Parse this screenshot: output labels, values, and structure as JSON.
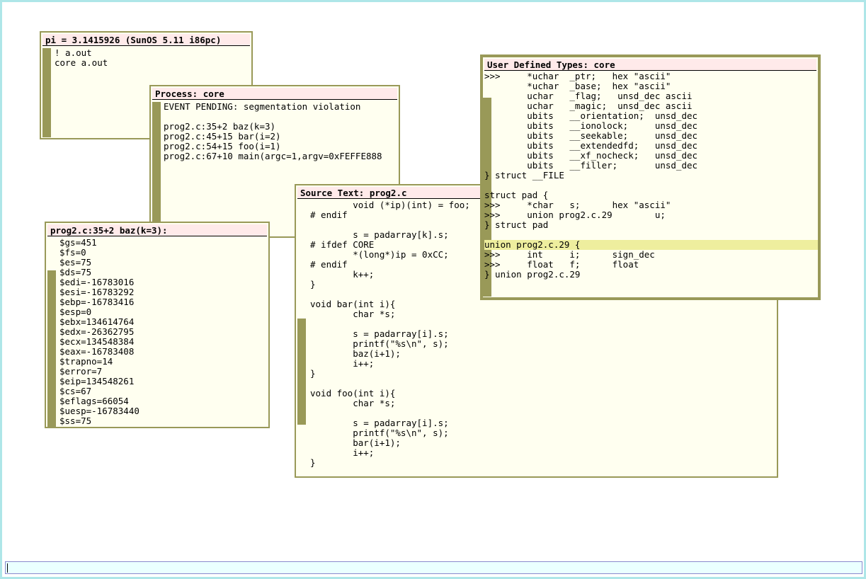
{
  "windows": {
    "main": {
      "title": "pi = 3.1415926 (SunOS 5.11 i86pc)",
      "lines": [
        "! a.out",
        "core a.out"
      ]
    },
    "process": {
      "title": "Process: core",
      "lines": [
        "EVENT PENDING: segmentation violation",
        "",
        "prog2.c:35+2 baz(k=3)",
        "prog2.c:45+15 bar(i=2)",
        "prog2.c:54+15 foo(i=1)",
        "prog2.c:67+10 main(argc=1,argv=0xFEFFE888"
      ]
    },
    "registers": {
      "title": "prog2.c:35+2 baz(k=3):",
      "lines": [
        "$gs=451",
        "$fs=0",
        "$es=75",
        "$ds=75",
        "$edi=-16783016",
        "$esi=-16783292",
        "$ebp=-16783416",
        "$esp=0",
        "$ebx=134614764",
        "$edx=-26362795",
        "$ecx=134548384",
        "$eax=-16783408",
        "$trapno=14",
        "$error=7",
        "$eip=134548261",
        "$cs=67",
        "$eflags=66054",
        "$uesp=-16783440",
        "$ss=75"
      ]
    },
    "source": {
      "title": "Source Text: prog2.c",
      "lines": [
        "        void (*ip)(int) = foo;",
        "# endif",
        "",
        "        s = padarray[k].s;",
        "# ifdef CORE",
        "        *(long*)ip = 0xCC;",
        "# endif",
        "        k++;",
        "}",
        "",
        "void bar(int i){",
        "        char *s;",
        "",
        "        s = padarray[i].s;",
        "        printf(\"%s\\n\", s);",
        "        baz(i+1);",
        "        i++;",
        "}",
        "",
        "void foo(int i){",
        "        char *s;",
        "",
        "        s = padarray[i].s;",
        "        printf(\"%s\\n\", s);",
        "        bar(i+1);",
        "        i++;",
        "}"
      ]
    },
    "types": {
      "title": "User Defined Types: core",
      "lines": [
        ">>>     *uchar  _ptr;   hex \"ascii\"",
        "        *uchar  _base;  hex \"ascii\"",
        "        uchar   _flag;   unsd_dec ascii",
        "        uchar   _magic;  unsd_dec ascii",
        "        ubits   __orientation;  unsd_dec",
        "        ubits   __ionolock;     unsd_dec",
        "        ubits   __seekable;     unsd_dec",
        "        ubits   __extendedfd;   unsd_dec",
        "        ubits   __xf_nocheck;   unsd_dec",
        "        ubits   __filler;       unsd_dec",
        "} struct __FILE",
        "",
        "struct pad {",
        ">>>     *char   s;      hex \"ascii\"",
        ">>>     union prog2.c.29        u;",
        "} struct pad",
        "",
        "union prog2.c.29 {",
        ">>>     int     i;      sign_dec",
        ">>>     float   f;      float",
        "} union prog2.c.29"
      ],
      "highlight_index": 17
    }
  },
  "command_line": {
    "value": ""
  },
  "colors": {
    "window_bg": "#fffff0",
    "title_bg": "#ffeaea",
    "border": "#999958",
    "scrollbar": "#999958",
    "highlight": "#eeee9e",
    "screen_border": "#aee6e8"
  }
}
